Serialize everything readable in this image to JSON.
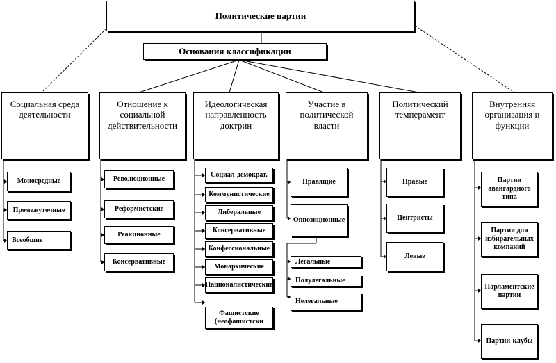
{
  "title": "Политические партии",
  "basis": "Основания классификации",
  "columns": [
    {
      "header": "Социальная среда деятельности",
      "items": [
        "Моносредные",
        "Промежуточные",
        "Всеобщие"
      ]
    },
    {
      "header": "Отношение к социальной действительности",
      "items": [
        "Революционные",
        "Реформистские",
        "Реакционные",
        "Консервативные"
      ]
    },
    {
      "header": "Идеологическая направленность доктрин",
      "items": [
        "Социал-демократ.",
        "Коммунистические",
        "Либеральные",
        "Консервативные",
        "Конфессиональные",
        "Монархические",
        "Националистические",
        "Фашистские (неофашистски"
      ]
    },
    {
      "header": "Участие в политической власти",
      "items": [
        "Правящие",
        "Оппозиционные"
      ],
      "subitems": [
        "Легальные",
        "Полулегальные",
        "Нелегальные"
      ]
    },
    {
      "header": "Политический темперамент",
      "items": [
        "Правые",
        "Центристы",
        "Левые"
      ]
    },
    {
      "header": "Внутренняя организация и функции",
      "items": [
        "Партии авангардного типа",
        "Партии для избирательных компаний",
        "Парламентские партии",
        "Партии-клубы"
      ]
    }
  ]
}
